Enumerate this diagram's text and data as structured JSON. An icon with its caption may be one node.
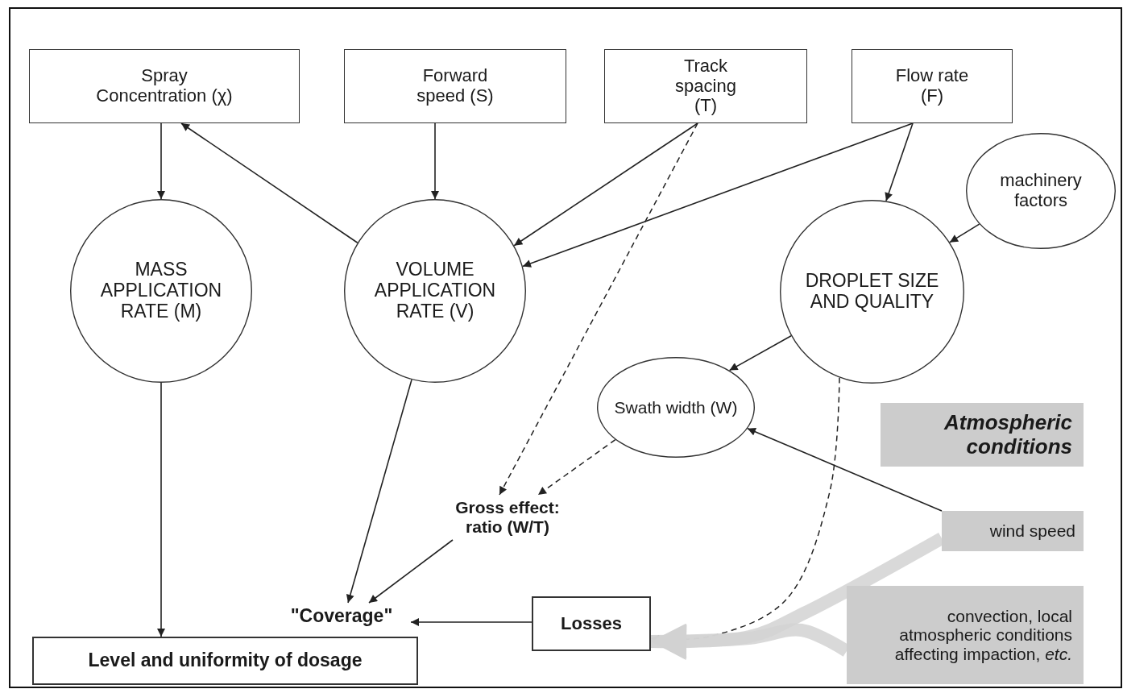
{
  "diagram": {
    "nodes": [
      {
        "text": [
          "Spray Concentration (χ)"
        ]
      },
      {
        "text": [
          "Forward speed (S)"
        ]
      },
      {
        "text": [
          "Track spacing (T)"
        ]
      },
      {
        "text": [
          "Flow rate (F)"
        ]
      },
      {
        "text": [
          "MASS APPLICATION RATE (M)"
        ]
      },
      {
        "text": [
          "VOLUME APPLICATION RATE (V)"
        ]
      },
      {
        "text": [
          "machinery factors"
        ]
      },
      {
        "text": [
          "DROPLET SIZE AND QUALITY"
        ]
      },
      {
        "text": [
          "Swath width (W)"
        ]
      },
      {
        "text": [
          "Atmospheric conditions"
        ]
      },
      {
        "text": [
          "Gross effect: ratio (W/T)"
        ]
      },
      {
        "text": [
          "wind speed"
        ]
      },
      {
        "text": [
          "\"Coverage\""
        ]
      },
      {
        "text": [
          "Losses"
        ]
      },
      {
        "text": [
          "convection, local atmospheric conditions affecting impaction, *etc.*"
        ]
      },
      {
        "text": [
          "Level and uniformity of dosage"
        ]
      }
    ],
    "edges": [
      {
        "from": 0,
        "to": 4,
        "arrow": "to"
      },
      {
        "from": 1,
        "to": 5,
        "arrow": "to"
      },
      {
        "from": 5,
        "to": 0,
        "arrow": "to"
      },
      {
        "from": 2,
        "to": 5,
        "arrow": "to"
      },
      {
        "from": 3,
        "to": 5,
        "arrow": "to"
      },
      {
        "from": 3,
        "to": 7,
        "arrow": "to"
      },
      {
        "from": 6,
        "to": 7,
        "arrow": "to"
      },
      {
        "from": 2,
        "to": 10,
        "arrow": "to",
        "style": "dashed"
      },
      {
        "from": 7,
        "to": 8,
        "arrow": "to"
      },
      {
        "from": 8,
        "to": 10,
        "arrow": "to",
        "style": "dashed"
      },
      {
        "from": 11,
        "to": 8,
        "arrow": "to"
      },
      {
        "from": 7,
        "to": 13,
        "arrow": "to",
        "style": "dashed"
      },
      {
        "from": 5,
        "to": 12,
        "arrow": "to"
      },
      {
        "from": 10,
        "to": 12,
        "arrow": "to"
      },
      {
        "from": 13,
        "to": 12,
        "arrow": "to"
      },
      {
        "from": 4,
        "to": 15,
        "arrow": "to"
      },
      {
        "from": 11,
        "to": 13,
        "arrow": "to",
        "style": "thick",
        "color": "#d2d2d2"
      },
      {
        "from": 14,
        "to": 13,
        "arrow": "to",
        "style": "thick",
        "color": "#d2d2d2"
      }
    ]
  }
}
